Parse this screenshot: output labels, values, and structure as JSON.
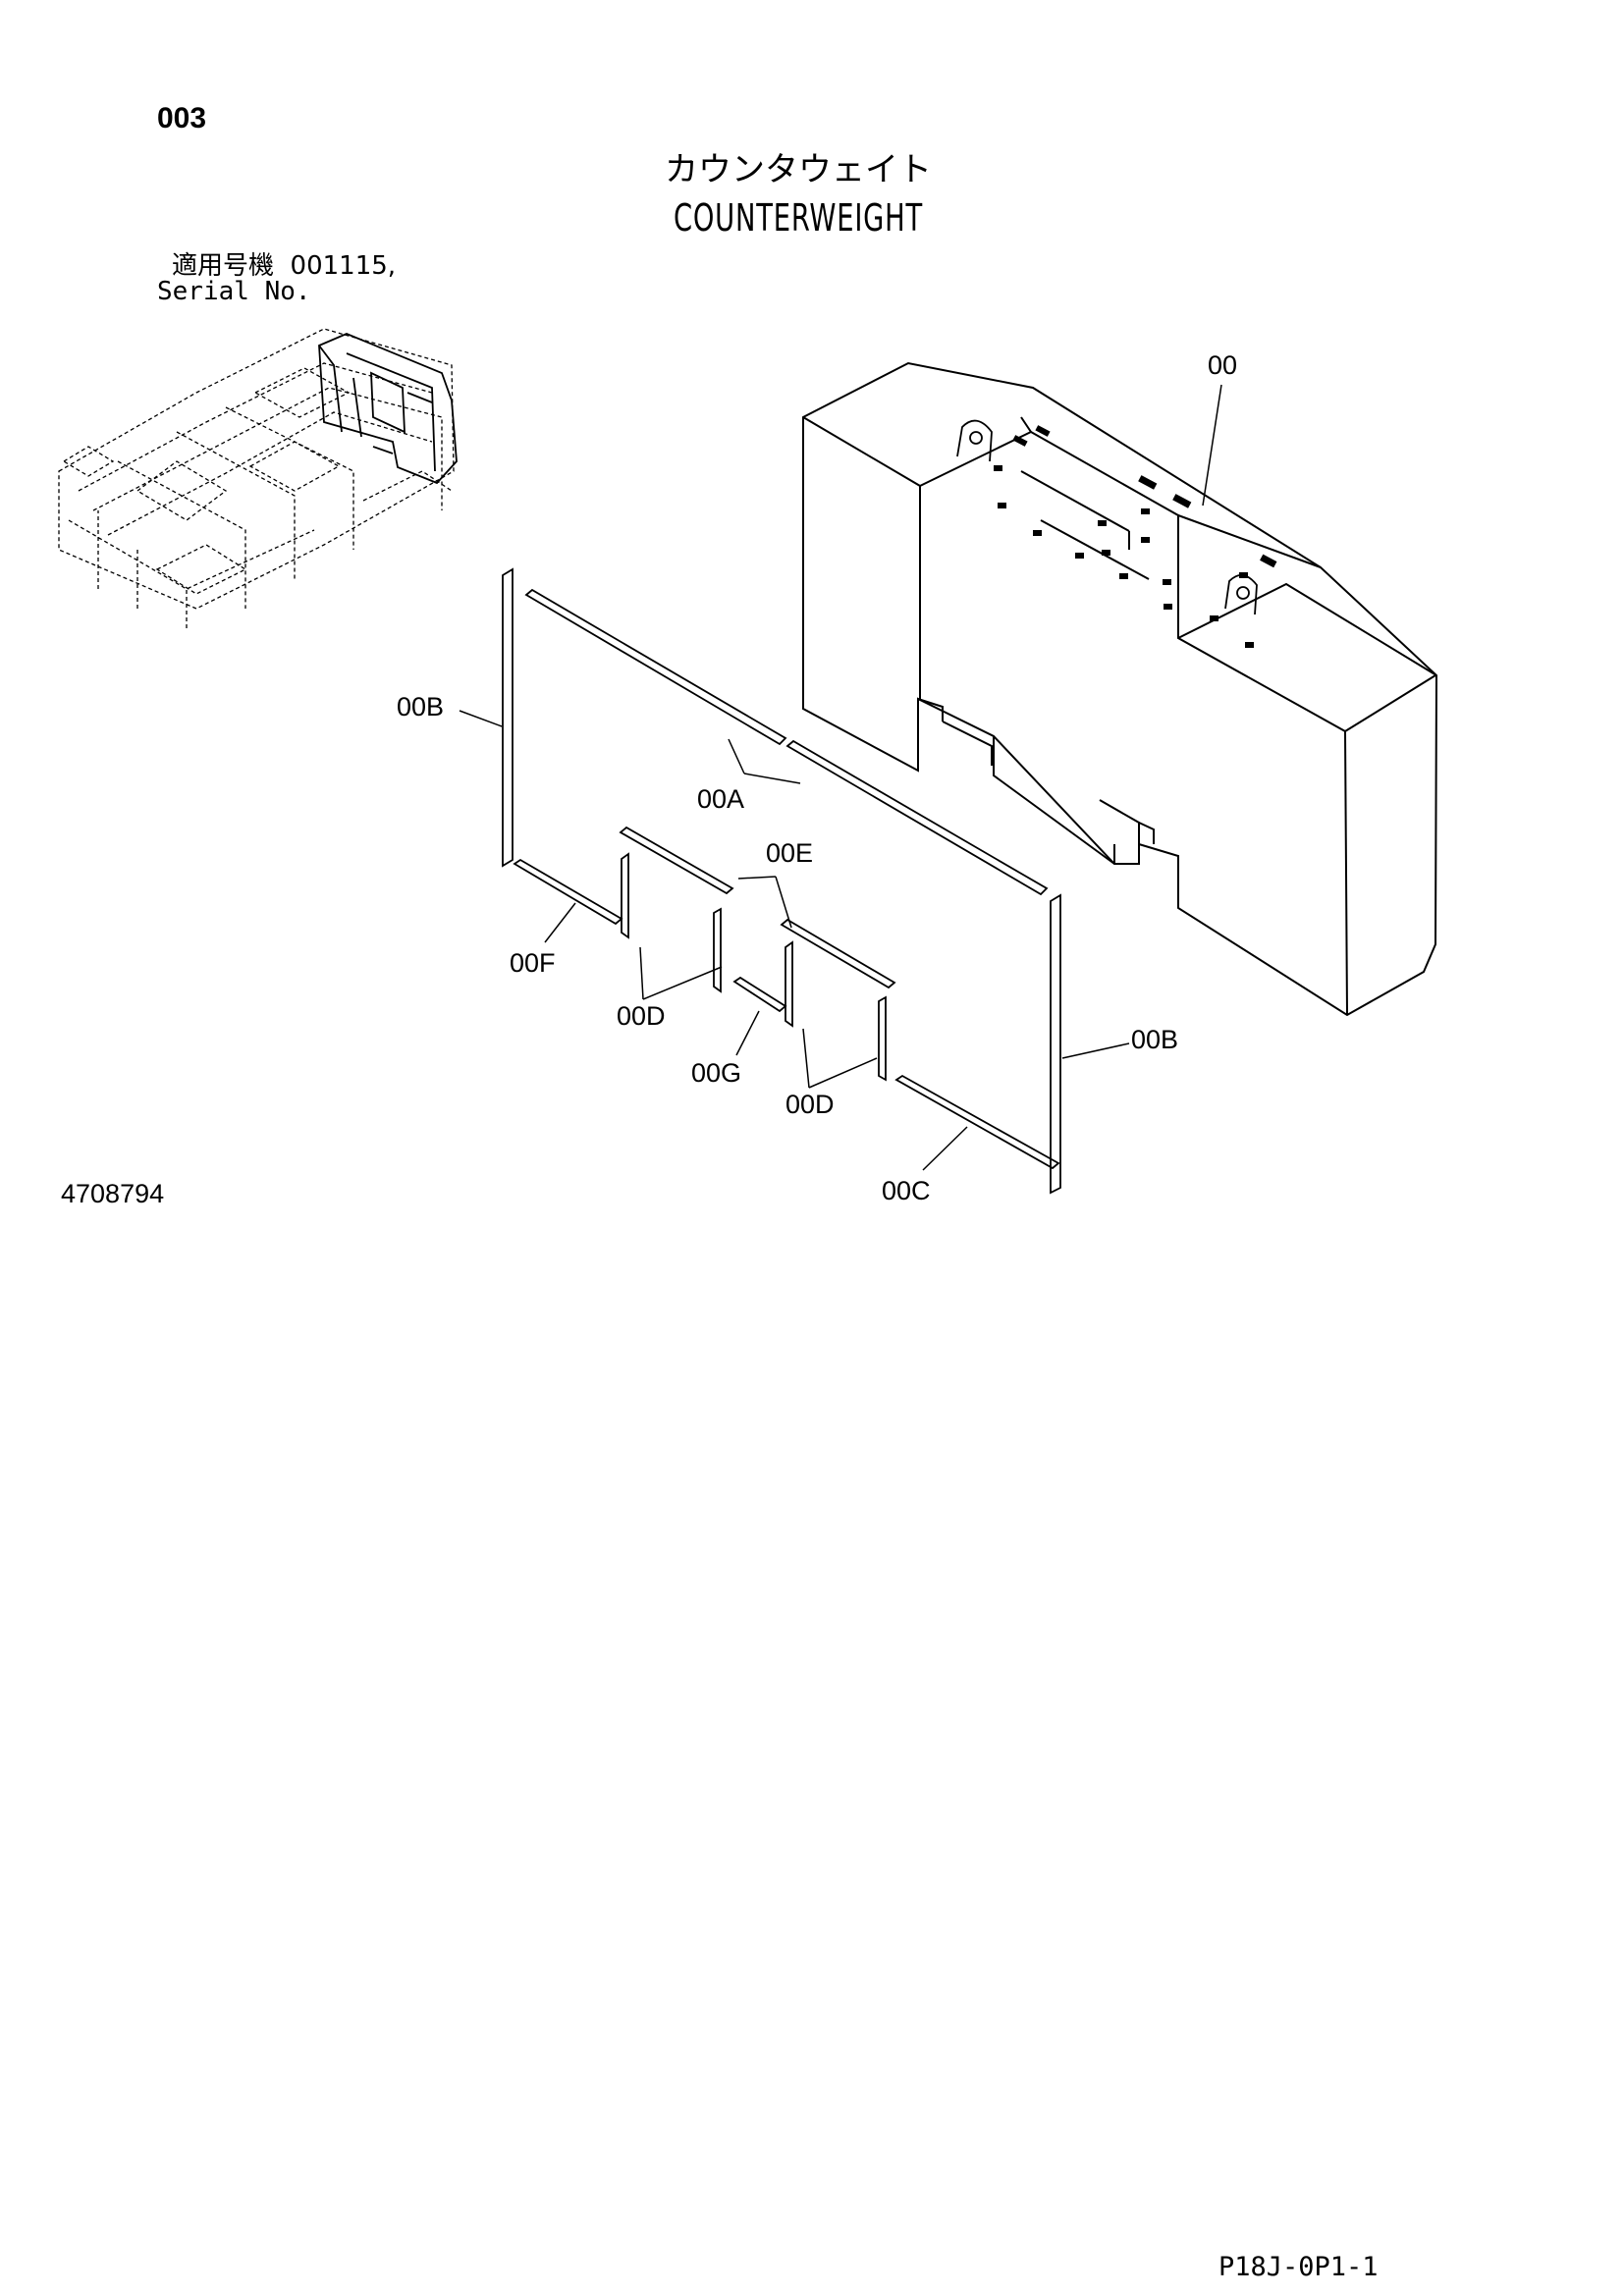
{
  "header": {
    "page_number": "003",
    "title_jp": "カウンタウェイト",
    "title_en": "COUNTERWEIGHT",
    "serial_label_jp": "適用号機",
    "serial_value": "001115,",
    "serial_label_en": "Serial No."
  },
  "callouts": {
    "main": "00",
    "a": "00A",
    "b_left": "00B",
    "b_right": "00B",
    "c": "00C",
    "d1": "00D",
    "d2": "00D",
    "e": "00E",
    "f": "00F",
    "g": "00G"
  },
  "footer": {
    "document_number": "4708794",
    "reference_code": "P18J-0P1-1"
  }
}
